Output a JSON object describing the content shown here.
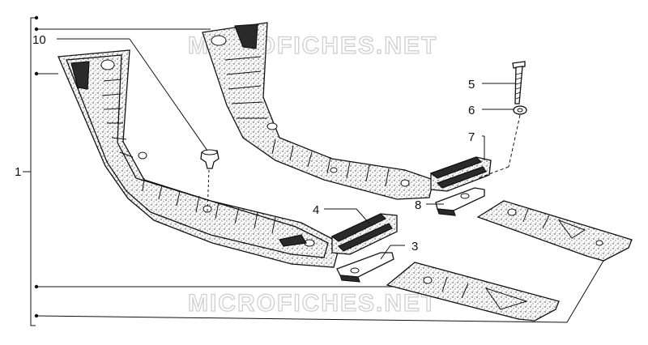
{
  "watermark": "MICROFICHES.NET",
  "callouts": {
    "c1": "1",
    "c3": "3",
    "c4": "4",
    "c5": "5",
    "c6": "6",
    "c7": "7",
    "c8": "8",
    "c10": "10"
  },
  "colors": {
    "ink": "#111111",
    "watermark": "#cfcfcf",
    "background": "#ffffff"
  }
}
